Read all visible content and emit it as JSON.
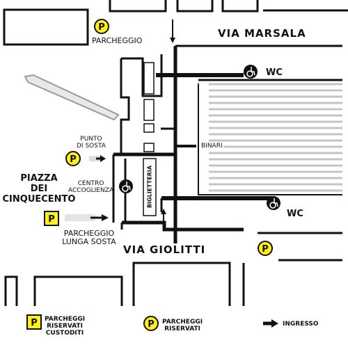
{
  "streets": {
    "via_marsala": "VIA MARSALA",
    "via_giolitti": "VIA GIOLITTI"
  },
  "labels": {
    "parcheggio": "PARCHEGGIO",
    "punto_di_sosta": "PUNTO\nDI SOSTA",
    "piazza": "PIAZZA\nDEI\nCINQUECENTO",
    "centro_accoglienza": "CENTRO\nACCOGLIENZA",
    "parcheggio_lunga_sosta": "PARCHEGGIO\nLUNGA SOSTA",
    "binari": "BINARI",
    "biglietteria": "BIGLIETTERIA",
    "wc_top": "WC",
    "wc_bottom": "WC",
    "p": "P"
  },
  "legend": {
    "custoditi": "PARCHEGGI\nRISERVATI\nCUSTODITI",
    "riservati": "PARCHEGGI\nRISERVATI",
    "ingresso": "INGRESSO"
  },
  "icons": [
    "parking-round-icon",
    "parking-square-icon",
    "wheelchair-icon",
    "entrance-arrow-icon"
  ],
  "colors": {
    "parking_yellow": "#ffef1a",
    "ink": "#111111",
    "rails": "#bdbdbd"
  }
}
